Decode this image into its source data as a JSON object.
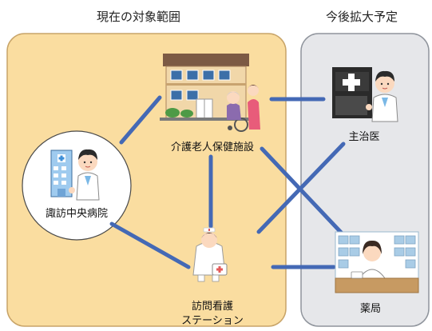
{
  "headers": {
    "current_scope": "現在の対象範囲",
    "future_expansion": "今後拡大予定"
  },
  "nodes": {
    "hospital": "諏訪中央病院",
    "care_facility": "介護老人保健施設",
    "visiting_nurse_line1": "訪問看護",
    "visiting_nurse_line2": "ステーション",
    "attending_doctor": "主治医",
    "pharmacy": "薬局"
  },
  "colors": {
    "current_bg": "#FADDA0",
    "current_border": "#C8A468",
    "future_bg": "#E6E7EA",
    "future_border": "#8F949C",
    "connector": "#4469B5"
  },
  "icons": [
    "hospital-building-icon",
    "doctor-icon",
    "care-facility-building-icon",
    "wheelchair-elder-icon",
    "nurse-icon",
    "doctor-at-screen-icon",
    "pharmacist-icon"
  ]
}
